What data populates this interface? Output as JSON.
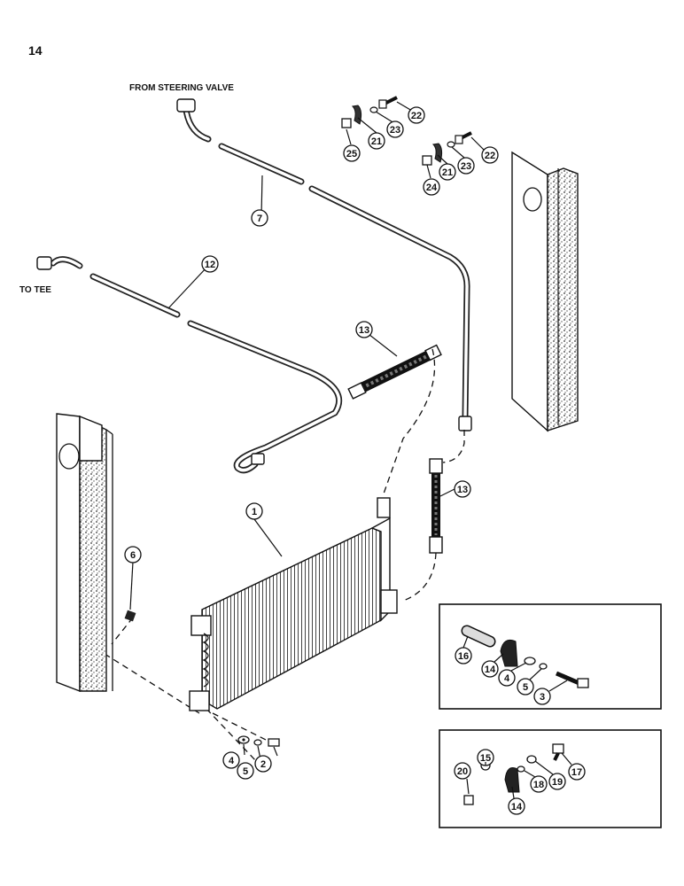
{
  "page_number": "14",
  "labels": {
    "from_steering_valve": "FROM STEERING VALVE",
    "to_tee": "TO TEE"
  },
  "callouts": {
    "c1": "1",
    "c2": "2",
    "c3": "3",
    "c4a": "4",
    "c4b": "4",
    "c5a": "5",
    "c5b": "5",
    "c6": "6",
    "c7": "7",
    "c12": "12",
    "c13a": "13",
    "c13b": "13",
    "c14a": "14",
    "c14b": "14",
    "c15": "15",
    "c16": "16",
    "c17": "17",
    "c18": "18",
    "c19": "19",
    "c20": "20",
    "c21a": "21",
    "c21b": "21",
    "c22a": "22",
    "c22b": "22",
    "c23a": "23",
    "c23b": "23",
    "c24": "24",
    "c25": "25"
  }
}
